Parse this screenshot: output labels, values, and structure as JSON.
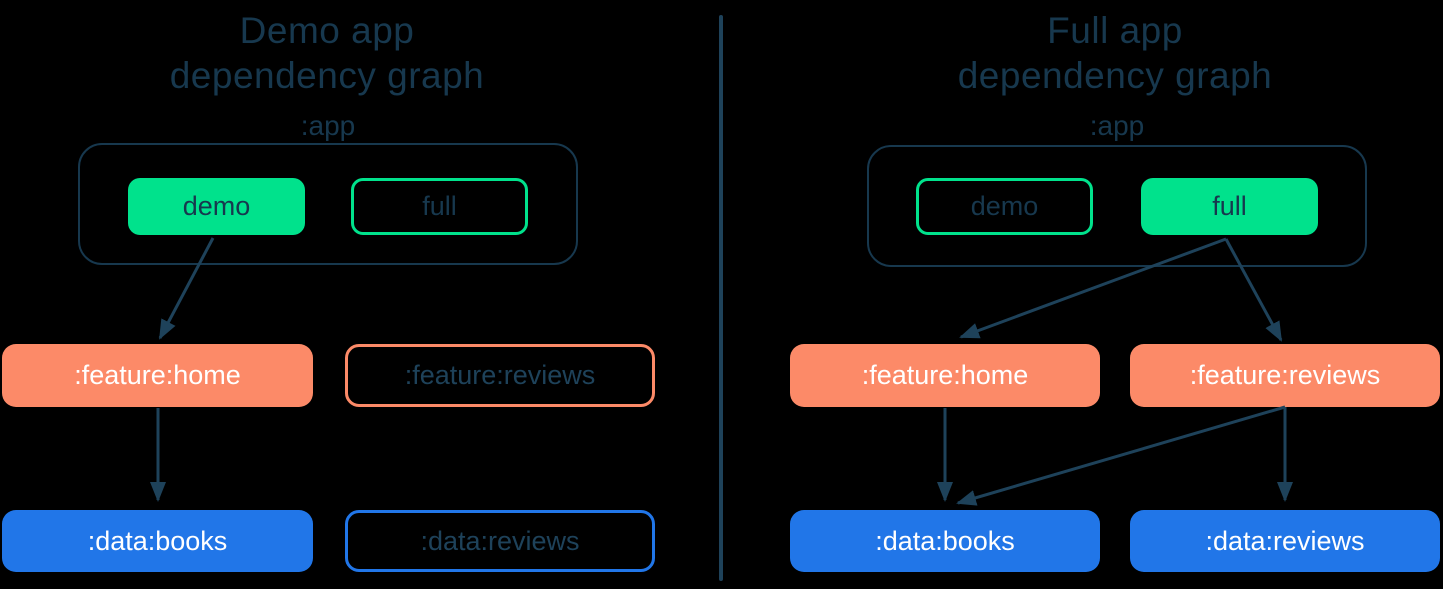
{
  "colors": {
    "background": "#000000",
    "navy": "#17384E",
    "navy_soft": "#1E425A",
    "green": "#00E28C",
    "salmon": "#FC8A68",
    "blue": "#2176E8",
    "box_text_light": "#FFFFFF"
  },
  "panels": [
    {
      "id": "demo",
      "title_line1": "Demo app",
      "title_line2": "dependency graph",
      "app_label": ":app",
      "variants": [
        {
          "label": "demo",
          "active": true
        },
        {
          "label": "full",
          "active": false
        }
      ],
      "features": [
        {
          "label": ":feature:home",
          "active": true
        },
        {
          "label": ":feature:reviews",
          "active": false
        }
      ],
      "data_modules": [
        {
          "label": ":data:books",
          "active": true
        },
        {
          "label": ":data:reviews",
          "active": false
        }
      ],
      "edges": [
        {
          "from": "demo",
          "to": ":feature:home"
        },
        {
          "from": ":feature:home",
          "to": ":data:books"
        }
      ]
    },
    {
      "id": "full",
      "title_line1": "Full app",
      "title_line2": "dependency graph",
      "app_label": ":app",
      "variants": [
        {
          "label": "demo",
          "active": false
        },
        {
          "label": "full",
          "active": true
        }
      ],
      "features": [
        {
          "label": ":feature:home",
          "active": true
        },
        {
          "label": ":feature:reviews",
          "active": true
        }
      ],
      "data_modules": [
        {
          "label": ":data:books",
          "active": true
        },
        {
          "label": ":data:reviews",
          "active": true
        }
      ],
      "edges": [
        {
          "from": "full",
          "to": ":feature:home"
        },
        {
          "from": "full",
          "to": ":feature:reviews"
        },
        {
          "from": ":feature:home",
          "to": ":data:books"
        },
        {
          "from": ":feature:reviews",
          "to": ":data:books"
        },
        {
          "from": ":feature:reviews",
          "to": ":data:reviews"
        }
      ]
    }
  ]
}
